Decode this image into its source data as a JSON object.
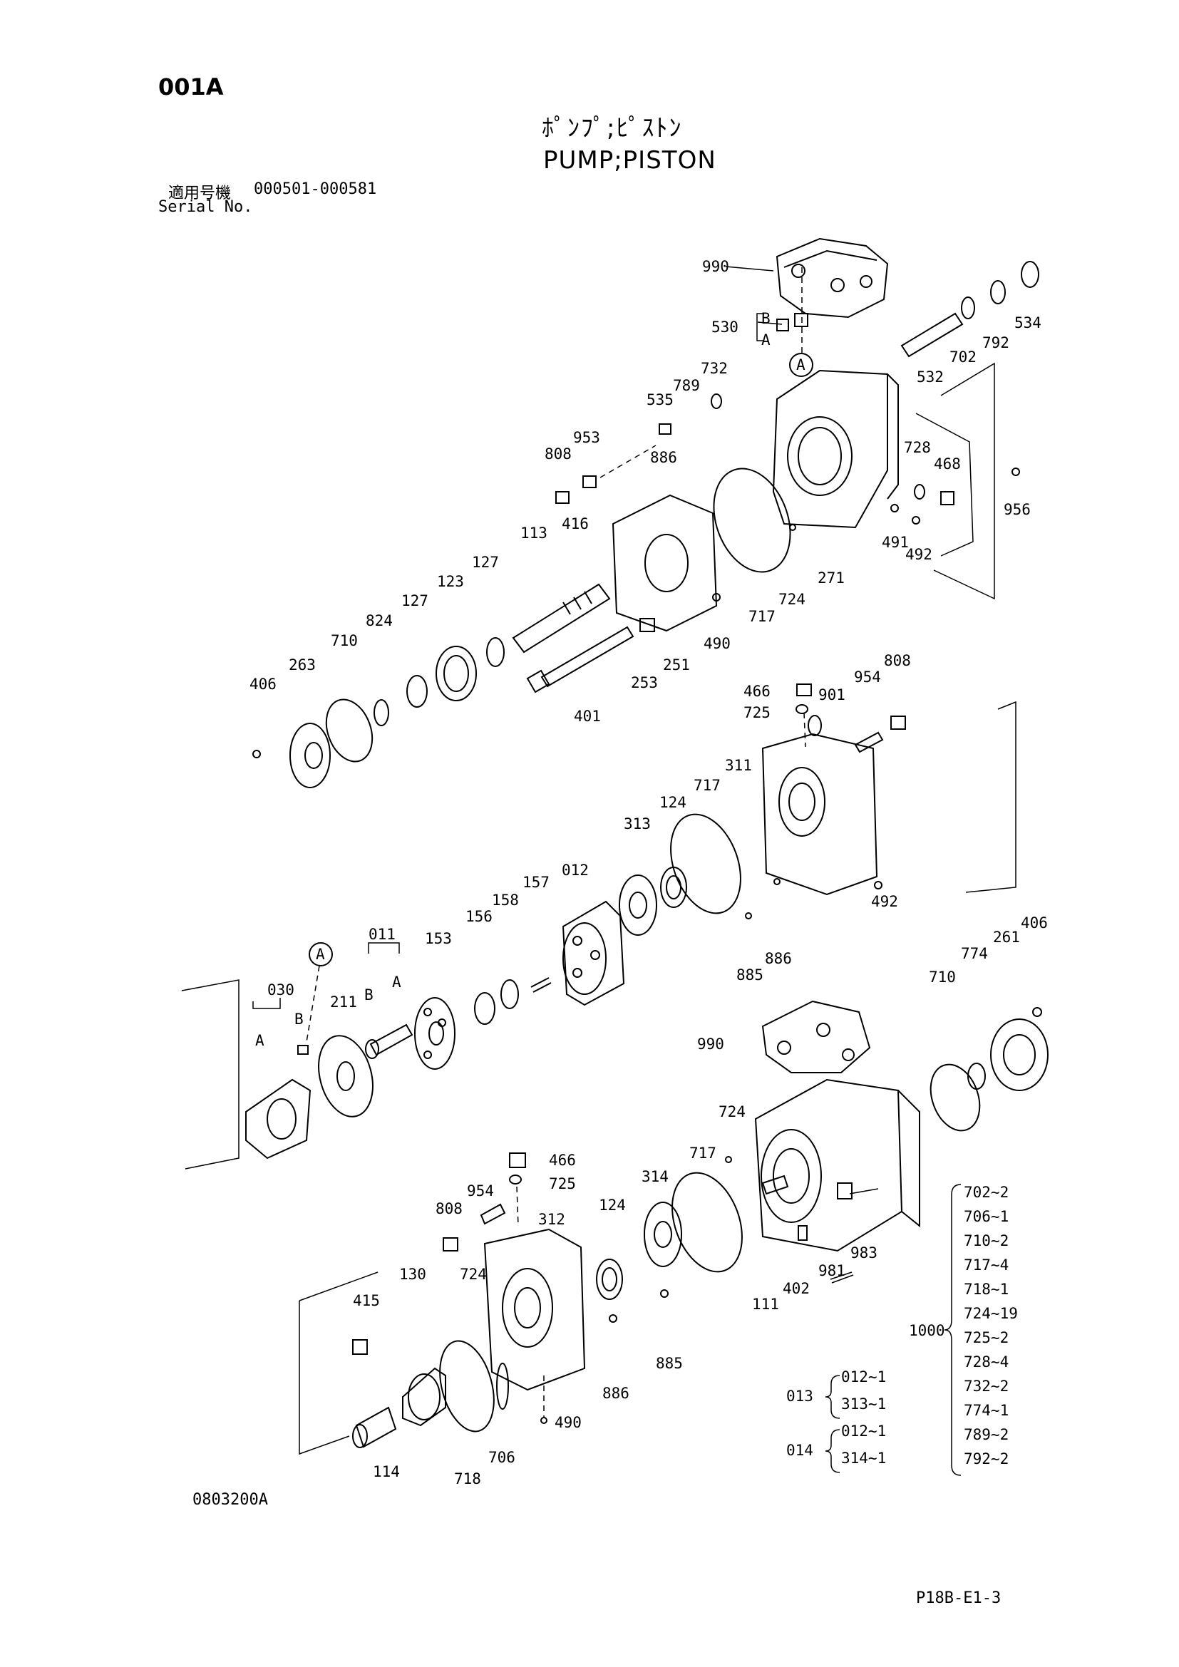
{
  "header": {
    "page_code": "001A",
    "title_jp": "ﾎﾟﾝﾌﾟ;ﾋﾟｽﾄﾝ",
    "title_en": "PUMP;PISTON",
    "serial_label_jp": "適用号機",
    "serial_range": "000501-000581",
    "serial_label_en": "Serial No."
  },
  "footer": {
    "drawing_no": "0803200A",
    "page_no": "P18B-E1-3"
  },
  "callouts": {
    "top": [
      "990",
      "530",
      "B",
      "A",
      "534",
      "792",
      "702",
      "532",
      "732",
      "789",
      "535",
      "A",
      "953",
      "808",
      "886",
      "728",
      "468",
      "956",
      "491",
      "492",
      "271",
      "724",
      "717",
      "490",
      "251",
      "253",
      "416",
      "113",
      "127",
      "123",
      "824",
      "127",
      "710",
      "263",
      "406",
      "401"
    ],
    "middle": [
      "466",
      "725",
      "901",
      "954",
      "808",
      "311",
      "717",
      "124",
      "313",
      "012",
      "157",
      "158",
      "156",
      "153",
      "011",
      "B",
      "A",
      "A",
      "030",
      "B",
      "A",
      "211",
      "492",
      "886",
      "885"
    ],
    "lower": [
      "990",
      "406",
      "261",
      "774",
      "710",
      "724",
      "717",
      "314",
      "124",
      "466",
      "725",
      "954",
      "808",
      "312",
      "724",
      "130",
      "415",
      "886",
      "885",
      "490",
      "706",
      "718",
      "114",
      "111",
      "402",
      "981",
      "983"
    ]
  },
  "kits": [
    {
      "code": "013",
      "items": [
        "012~1",
        "313~1"
      ]
    },
    {
      "code": "014",
      "items": [
        "012~1",
        "314~1"
      ]
    }
  ],
  "kit_1000": {
    "code": "1000",
    "items": [
      "702~2",
      "706~1",
      "710~2",
      "717~4",
      "718~1",
      "724~19",
      "725~2",
      "728~4",
      "732~2",
      "774~1",
      "789~2",
      "792~2"
    ]
  }
}
